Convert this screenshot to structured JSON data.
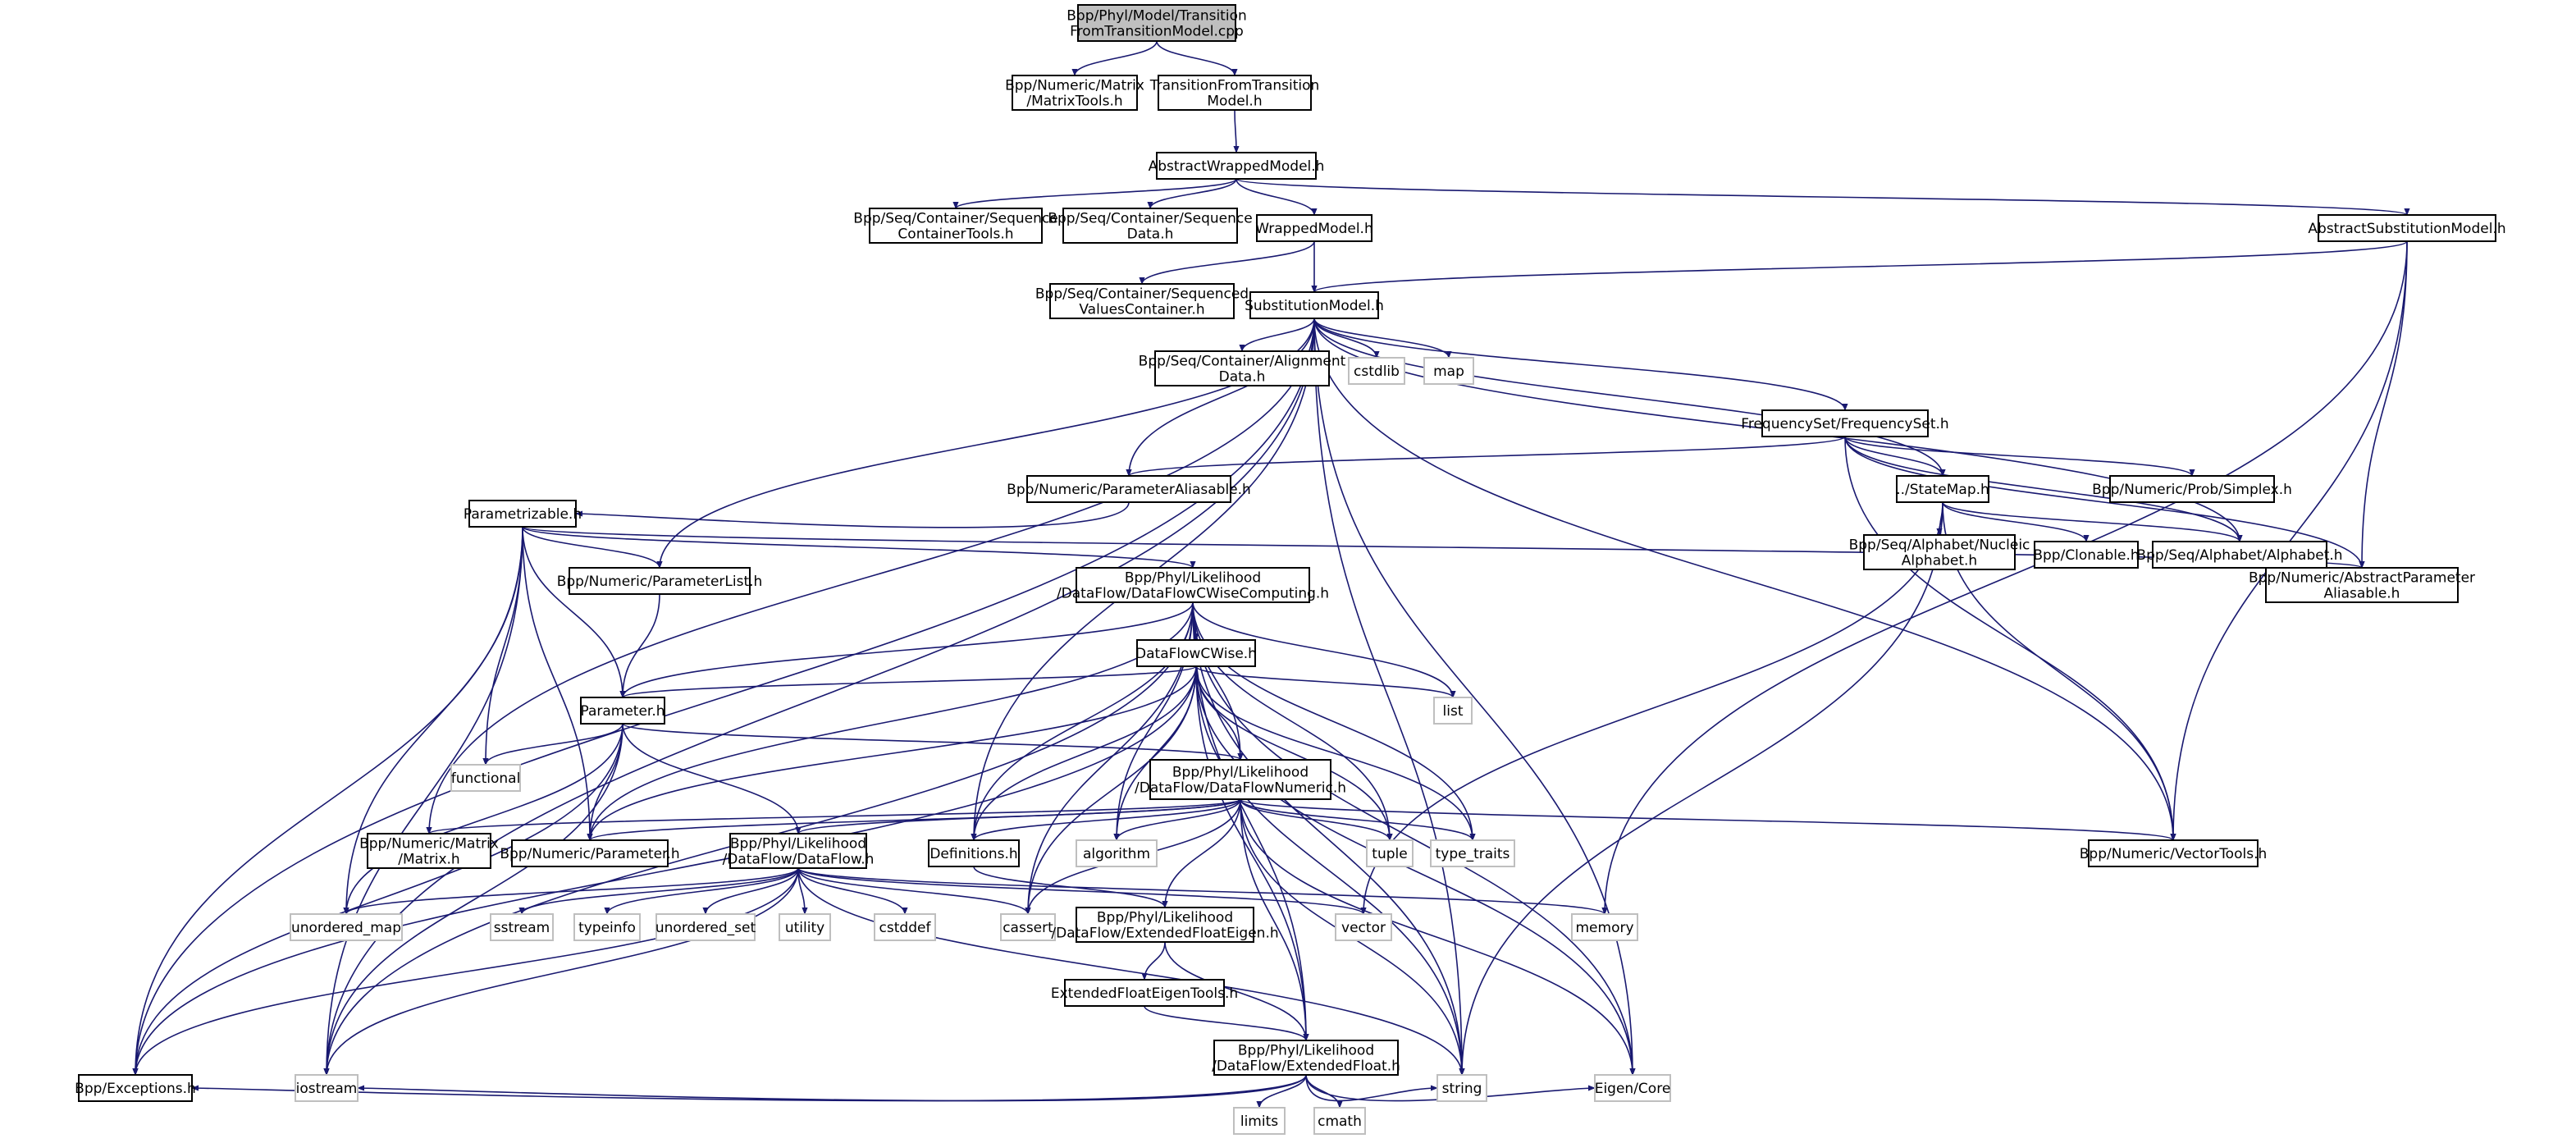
{
  "colors": {
    "edge": "#191970",
    "root_fill": "#bfbfbf",
    "project_border": "#000000",
    "system_border": "#bfbfbf"
  },
  "nodes": [
    {
      "id": "root",
      "lines": [
        "Bpp/Phyl/Model/Transition",
        "FromTransitionModel.cpp"
      ],
      "kind": "root"
    },
    {
      "id": "matrixtools",
      "lines": [
        "Bpp/Numeric/Matrix",
        "/MatrixTools.h"
      ],
      "kind": "project"
    },
    {
      "id": "tftm",
      "lines": [
        "TransitionFromTransition",
        "Model.h"
      ],
      "kind": "project"
    },
    {
      "id": "awm",
      "lines": [
        "AbstractWrappedModel.h"
      ],
      "kind": "project"
    },
    {
      "id": "seqcontainertools",
      "lines": [
        "Bpp/Seq/Container/Sequence",
        "ContainerTools.h"
      ],
      "kind": "project"
    },
    {
      "id": "seqdata",
      "lines": [
        "Bpp/Seq/Container/Sequence",
        "Data.h"
      ],
      "kind": "project"
    },
    {
      "id": "wrapped",
      "lines": [
        "WrappedModel.h"
      ],
      "kind": "project"
    },
    {
      "id": "asm",
      "lines": [
        "AbstractSubstitutionModel.h"
      ],
      "kind": "project"
    },
    {
      "id": "seqvalues",
      "lines": [
        "Bpp/Seq/Container/Sequenced",
        "ValuesContainer.h"
      ],
      "kind": "project"
    },
    {
      "id": "subst",
      "lines": [
        "SubstitutionModel.h"
      ],
      "kind": "project"
    },
    {
      "id": "aligndata",
      "lines": [
        "Bpp/Seq/Container/Alignment",
        "Data.h"
      ],
      "kind": "project"
    },
    {
      "id": "cstdlib",
      "lines": [
        "cstdlib"
      ],
      "kind": "system"
    },
    {
      "id": "map",
      "lines": [
        "map"
      ],
      "kind": "system"
    },
    {
      "id": "freqset",
      "lines": [
        "FrequencySet/FrequencySet.h"
      ],
      "kind": "project"
    },
    {
      "id": "paramaliasable",
      "lines": [
        "Bpp/Numeric/ParameterAliasable.h"
      ],
      "kind": "project"
    },
    {
      "id": "statemap",
      "lines": [
        "../StateMap.h"
      ],
      "kind": "project"
    },
    {
      "id": "simplex",
      "lines": [
        "Bpp/Numeric/Prob/Simplex.h"
      ],
      "kind": "project"
    },
    {
      "id": "nucleic",
      "lines": [
        "Bpp/Seq/Alphabet/Nucleic",
        "Alphabet.h"
      ],
      "kind": "project"
    },
    {
      "id": "clonable",
      "lines": [
        "Bpp/Clonable.h"
      ],
      "kind": "project"
    },
    {
      "id": "alphabet",
      "lines": [
        "Bpp/Seq/Alphabet/Alphabet.h"
      ],
      "kind": "project"
    },
    {
      "id": "parametrizable",
      "lines": [
        "Parametrizable.h"
      ],
      "kind": "project"
    },
    {
      "id": "paramlist",
      "lines": [
        "Bpp/Numeric/ParameterList.h"
      ],
      "kind": "project"
    },
    {
      "id": "dfcwc",
      "lines": [
        "Bpp/Phyl/Likelihood",
        "/DataFlow/DataFlowCWiseComputing.h"
      ],
      "kind": "project"
    },
    {
      "id": "absparamalias",
      "lines": [
        "Bpp/Numeric/AbstractParameter",
        "Aliasable.h"
      ],
      "kind": "project"
    },
    {
      "id": "dfcwise",
      "lines": [
        "DataFlowCWise.h"
      ],
      "kind": "project"
    },
    {
      "id": "list",
      "lines": [
        "list"
      ],
      "kind": "system"
    },
    {
      "id": "parameter",
      "lines": [
        "Parameter.h"
      ],
      "kind": "project"
    },
    {
      "id": "functional",
      "lines": [
        "functional"
      ],
      "kind": "system"
    },
    {
      "id": "dfnumeric",
      "lines": [
        "Bpp/Phyl/Likelihood",
        "/DataFlow/DataFlowNumeric.h"
      ],
      "kind": "project"
    },
    {
      "id": "matrix",
      "lines": [
        "Bpp/Numeric/Matrix",
        "/Matrix.h"
      ],
      "kind": "project"
    },
    {
      "id": "numparam",
      "lines": [
        "Bpp/Numeric/Parameter.h"
      ],
      "kind": "project"
    },
    {
      "id": "dataflow",
      "lines": [
        "Bpp/Phyl/Likelihood",
        "/DataFlow/DataFlow.h"
      ],
      "kind": "project"
    },
    {
      "id": "definitions",
      "lines": [
        "Definitions.h"
      ],
      "kind": "project"
    },
    {
      "id": "algorithm",
      "lines": [
        "algorithm"
      ],
      "kind": "system"
    },
    {
      "id": "tuple",
      "lines": [
        "tuple"
      ],
      "kind": "system"
    },
    {
      "id": "type_traits",
      "lines": [
        "type_traits"
      ],
      "kind": "system"
    },
    {
      "id": "vectortools",
      "lines": [
        "Bpp/Numeric/VectorTools.h"
      ],
      "kind": "project"
    },
    {
      "id": "unordered_map",
      "lines": [
        "unordered_map"
      ],
      "kind": "system"
    },
    {
      "id": "sstream",
      "lines": [
        "sstream"
      ],
      "kind": "system"
    },
    {
      "id": "typeinfo",
      "lines": [
        "typeinfo"
      ],
      "kind": "system"
    },
    {
      "id": "unordered_set",
      "lines": [
        "unordered_set"
      ],
      "kind": "system"
    },
    {
      "id": "utility",
      "lines": [
        "utility"
      ],
      "kind": "system"
    },
    {
      "id": "cstddef",
      "lines": [
        "cstddef"
      ],
      "kind": "system"
    },
    {
      "id": "cassert",
      "lines": [
        "cassert"
      ],
      "kind": "system"
    },
    {
      "id": "efeigen",
      "lines": [
        "Bpp/Phyl/Likelihood",
        "/DataFlow/ExtendedFloatEigen.h"
      ],
      "kind": "project"
    },
    {
      "id": "vector",
      "lines": [
        "vector"
      ],
      "kind": "system"
    },
    {
      "id": "memory",
      "lines": [
        "memory"
      ],
      "kind": "system"
    },
    {
      "id": "efet",
      "lines": [
        "ExtendedFloatEigenTools.h"
      ],
      "kind": "project"
    },
    {
      "id": "extfloat",
      "lines": [
        "Bpp/Phyl/Likelihood",
        "/DataFlow/ExtendedFloat.h"
      ],
      "kind": "project"
    },
    {
      "id": "exceptions",
      "lines": [
        "Bpp/Exceptions.h"
      ],
      "kind": "project"
    },
    {
      "id": "iostream",
      "lines": [
        "iostream"
      ],
      "kind": "system"
    },
    {
      "id": "limits",
      "lines": [
        "limits"
      ],
      "kind": "system"
    },
    {
      "id": "cmath",
      "lines": [
        "cmath"
      ],
      "kind": "system"
    },
    {
      "id": "string",
      "lines": [
        "string"
      ],
      "kind": "system"
    },
    {
      "id": "eigencore",
      "lines": [
        "Eigen/Core"
      ],
      "kind": "system"
    }
  ],
  "edges": [
    [
      "root",
      "matrixtools"
    ],
    [
      "root",
      "tftm"
    ],
    [
      "tftm",
      "awm"
    ],
    [
      "awm",
      "seqcontainertools"
    ],
    [
      "awm",
      "seqdata"
    ],
    [
      "awm",
      "wrapped"
    ],
    [
      "awm",
      "asm"
    ],
    [
      "wrapped",
      "seqvalues"
    ],
    [
      "wrapped",
      "subst"
    ],
    [
      "asm",
      "subst"
    ],
    [
      "asm",
      "absparamalias"
    ],
    [
      "asm",
      "vectortools"
    ],
    [
      "asm",
      "memory"
    ],
    [
      "subst",
      "aligndata"
    ],
    [
      "subst",
      "cstdlib"
    ],
    [
      "subst",
      "map"
    ],
    [
      "subst",
      "freqset"
    ],
    [
      "subst",
      "paramaliasable"
    ],
    [
      "subst",
      "statemap"
    ],
    [
      "subst",
      "alphabet"
    ],
    [
      "subst",
      "vectortools"
    ],
    [
      "subst",
      "paramlist"
    ],
    [
      "subst",
      "exceptions"
    ],
    [
      "subst",
      "string"
    ],
    [
      "subst",
      "eigencore"
    ],
    [
      "subst",
      "matrix"
    ],
    [
      "subst",
      "definitions"
    ],
    [
      "subst",
      "iostream"
    ],
    [
      "freqset",
      "paramaliasable"
    ],
    [
      "freqset",
      "statemap"
    ],
    [
      "freqset",
      "simplex"
    ],
    [
      "freqset",
      "alphabet"
    ],
    [
      "freqset",
      "absparamalias"
    ],
    [
      "freqset",
      "vectortools"
    ],
    [
      "statemap",
      "nucleic"
    ],
    [
      "statemap",
      "clonable"
    ],
    [
      "statemap",
      "alphabet"
    ],
    [
      "statemap",
      "vectortools"
    ],
    [
      "statemap",
      "vector"
    ],
    [
      "statemap",
      "string"
    ],
    [
      "paramaliasable",
      "parametrizable"
    ],
    [
      "parametrizable",
      "paramlist"
    ],
    [
      "parametrizable",
      "dfcwc"
    ],
    [
      "parametrizable",
      "absparamalias"
    ],
    [
      "parametrizable",
      "parameter"
    ],
    [
      "parametrizable",
      "functional"
    ],
    [
      "parametrizable",
      "exceptions"
    ],
    [
      "parametrizable",
      "iostream"
    ],
    [
      "parametrizable",
      "unordered_map"
    ],
    [
      "parametrizable",
      "numparam"
    ],
    [
      "paramlist",
      "parameter"
    ],
    [
      "dfcwc",
      "dfcwise"
    ],
    [
      "dfcwc",
      "list"
    ],
    [
      "dfcwc",
      "parameter"
    ],
    [
      "dfcwc",
      "numparam"
    ],
    [
      "dfcwc",
      "dfnumeric"
    ],
    [
      "dfcwc",
      "algorithm"
    ],
    [
      "dfcwc",
      "tuple"
    ],
    [
      "dfcwc",
      "type_traits"
    ],
    [
      "dfcwc",
      "string"
    ],
    [
      "dfcwc",
      "eigencore"
    ],
    [
      "dfcwc",
      "extfloat"
    ],
    [
      "dfcwc",
      "cassert"
    ],
    [
      "dfcwc",
      "definitions"
    ],
    [
      "dfcwc",
      "iostream"
    ],
    [
      "dfcwise",
      "parameter"
    ],
    [
      "dfcwise",
      "list"
    ],
    [
      "dfcwise",
      "dfnumeric"
    ],
    [
      "dfcwise",
      "numparam"
    ],
    [
      "dfcwise",
      "definitions"
    ],
    [
      "dfcwise",
      "algorithm"
    ],
    [
      "dfcwise",
      "cassert"
    ],
    [
      "dfcwise",
      "tuple"
    ],
    [
      "dfcwise",
      "type_traits"
    ],
    [
      "dfcwise",
      "string"
    ],
    [
      "dfcwise",
      "eigencore"
    ],
    [
      "dfcwise",
      "extfloat"
    ],
    [
      "dfcwise",
      "exceptions"
    ],
    [
      "parameter",
      "functional"
    ],
    [
      "parameter",
      "dfnumeric"
    ],
    [
      "parameter",
      "numparam"
    ],
    [
      "parameter",
      "dataflow"
    ],
    [
      "parameter",
      "exceptions"
    ],
    [
      "parameter",
      "unordered_map"
    ],
    [
      "parameter",
      "iostream"
    ],
    [
      "dfnumeric",
      "matrix"
    ],
    [
      "dfnumeric",
      "numparam"
    ],
    [
      "dfnumeric",
      "dataflow"
    ],
    [
      "dfnumeric",
      "definitions"
    ],
    [
      "dfnumeric",
      "algorithm"
    ],
    [
      "dfnumeric",
      "tuple"
    ],
    [
      "dfnumeric",
      "type_traits"
    ],
    [
      "dfnumeric",
      "vectortools"
    ],
    [
      "dfnumeric",
      "cassert"
    ],
    [
      "dfnumeric",
      "efeigen"
    ],
    [
      "dfnumeric",
      "extfloat"
    ],
    [
      "dfnumeric",
      "string"
    ],
    [
      "dfnumeric",
      "eigencore"
    ],
    [
      "dataflow",
      "unordered_map"
    ],
    [
      "dataflow",
      "sstream"
    ],
    [
      "dataflow",
      "typeinfo"
    ],
    [
      "dataflow",
      "unordered_set"
    ],
    [
      "dataflow",
      "utility"
    ],
    [
      "dataflow",
      "cstddef"
    ],
    [
      "dataflow",
      "cassert"
    ],
    [
      "dataflow",
      "vector"
    ],
    [
      "dataflow",
      "memory"
    ],
    [
      "dataflow",
      "exceptions"
    ],
    [
      "dataflow",
      "iostream"
    ],
    [
      "dataflow",
      "string"
    ],
    [
      "definitions",
      "efeigen"
    ],
    [
      "efeigen",
      "efet"
    ],
    [
      "efeigen",
      "extfloat"
    ],
    [
      "efet",
      "extfloat"
    ],
    [
      "extfloat",
      "exceptions"
    ],
    [
      "extfloat",
      "iostream"
    ],
    [
      "extfloat",
      "limits"
    ],
    [
      "extfloat",
      "cmath"
    ],
    [
      "extfloat",
      "string"
    ],
    [
      "extfloat",
      "eigencore"
    ]
  ]
}
